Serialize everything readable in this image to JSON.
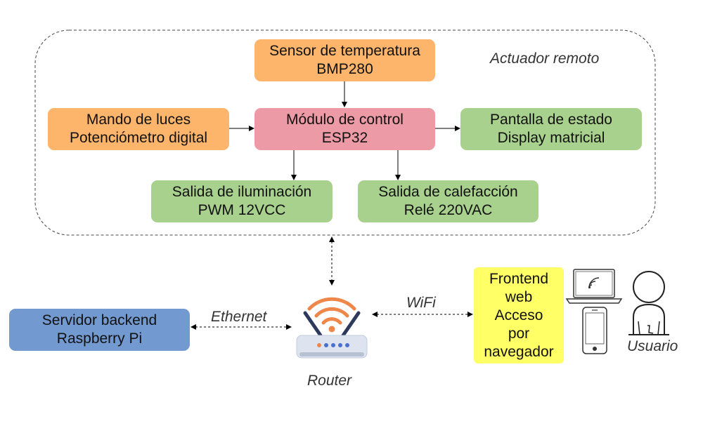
{
  "group_label": "Actuador remoto",
  "boxes": {
    "sensor": {
      "line1": "Sensor de temperatura",
      "line2": "BMP280"
    },
    "mando": {
      "line1": "Mando de luces",
      "line2": "Potenciómetro digital"
    },
    "modulo": {
      "line1": "Módulo de control",
      "line2": "ESP32"
    },
    "pantalla": {
      "line1": "Pantalla de estado",
      "line2": "Display matricial"
    },
    "ilum": {
      "line1": "Salida de iluminación",
      "line2": "PWM 12VCC"
    },
    "calef": {
      "line1": "Salida de calefacción",
      "line2": "Relé 220VAC"
    },
    "servidor": {
      "line1": "Servidor backend",
      "line2": "Raspberry Pi"
    },
    "frontend": {
      "lines": [
        "Frontend",
        "web",
        "Acceso",
        "por",
        "navegador"
      ]
    }
  },
  "links": {
    "ethernet": "Ethernet",
    "wifi": "WiFi"
  },
  "router_label": "Router",
  "user_label": "Usuario",
  "colors": {
    "orange": "#fdb46b",
    "pink": "#ec9aa5",
    "green": "#a9d18e",
    "blue": "#739ad0",
    "yellow": "#ffff66",
    "router_accent": "#f0874a"
  },
  "icons": [
    "router-icon",
    "laptop-icon",
    "smartphone-icon",
    "user-icon"
  ]
}
